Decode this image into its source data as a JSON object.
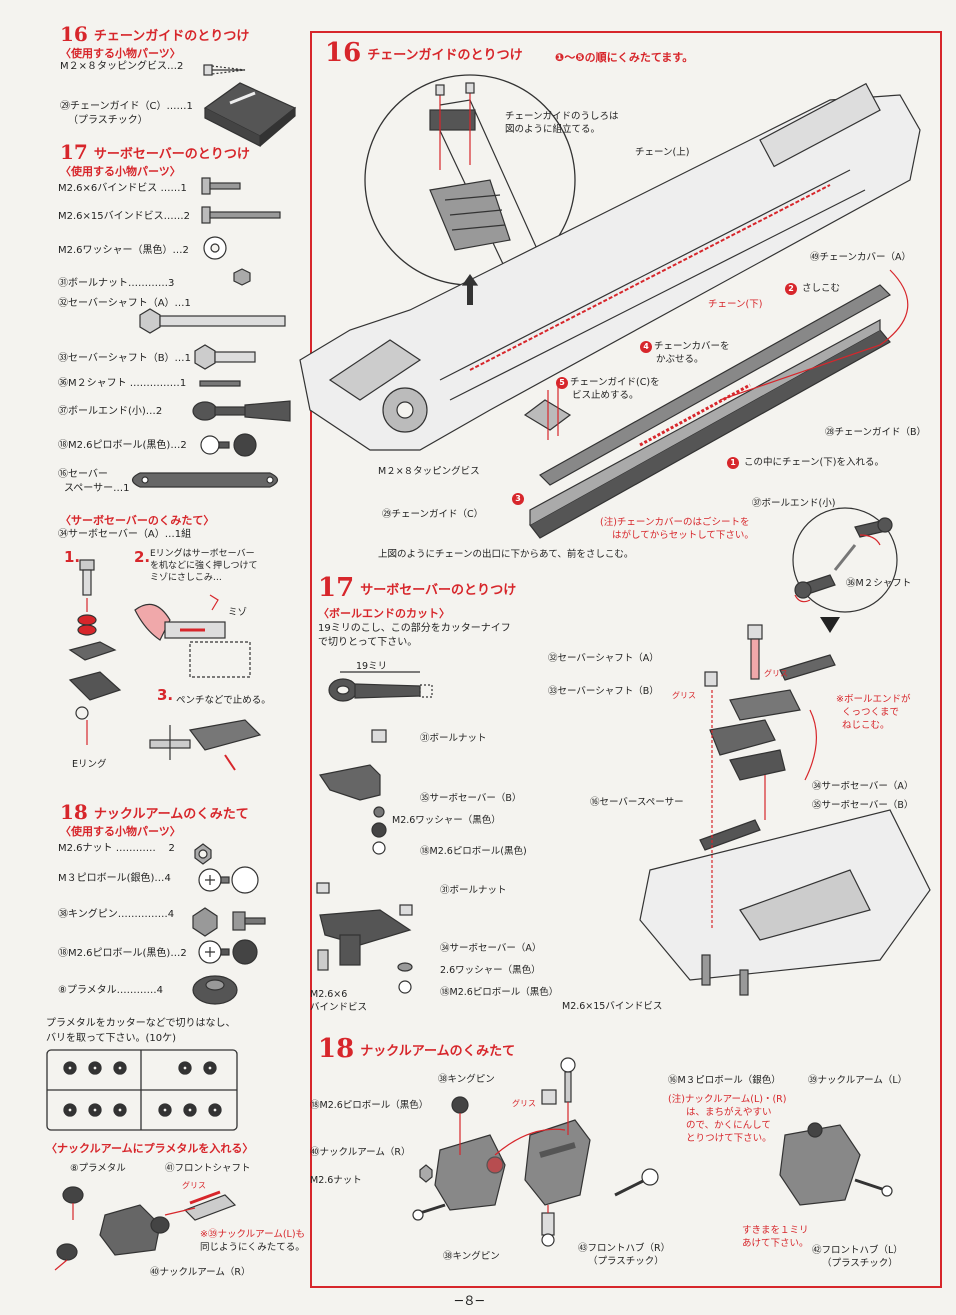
{
  "left_col": {
    "s16": {
      "num": "16",
      "title": "チェーンガイドのとりつけ",
      "parts_heading": "〈使用する小物パーツ〉",
      "parts": [
        {
          "label": "M２×８タッピングビス…",
          "qty": "2"
        },
        {
          "label": "㉙チェーンガイド（C）……",
          "qty": "1"
        },
        {
          "label": "（プラスチック）",
          "qty": ""
        }
      ]
    },
    "s17": {
      "num": "17",
      "title": "サーボセーバーのとりつけ",
      "parts_heading": "〈使用する小物パーツ〉",
      "parts": [
        {
          "label": "M2.6×6バインドビス ……",
          "qty": "1"
        },
        {
          "label": "M2.6×15バインドビス……",
          "qty": "2"
        },
        {
          "label": "M2.6ワッシャー（黒色）…",
          "qty": "2"
        },
        {
          "label": "㉛ボールナット…………",
          "qty": "3"
        },
        {
          "label": "㉜セーバーシャフト（A）…",
          "qty": "1"
        },
        {
          "label": "㉝セーバーシャフト（B）…",
          "qty": "1"
        },
        {
          "label": "㊱M２シャフト ……………",
          "qty": "1"
        },
        {
          "label": "㊲ボールエンド(小)…",
          "qty": "2"
        },
        {
          "label": "⑱M2.6ピロボール(黒色)…",
          "qty": "2"
        },
        {
          "label": "⑯セーバー",
          "qty": ""
        },
        {
          "label": "スペーサー…",
          "qty": "1"
        }
      ],
      "assembly_heading": "〈サーボセーバーのくみたて〉",
      "assembly_part": "㉞サーボセーバー（A）…1組",
      "step1": "1.",
      "step2": "2.",
      "step2_text": [
        "Eリングはサーボセーバー",
        "を机などに強く押しつけて",
        "ミゾにさしこみ…"
      ],
      "step3": "3.",
      "step3_text": "ペンチなどで止める。",
      "mizo": "ミゾ",
      "ering": "Eリング"
    },
    "s18": {
      "num": "18",
      "title": "ナックルアームのくみたて",
      "parts_heading": "〈使用する小物パーツ〉",
      "parts": [
        {
          "label": "M2.6ナット …………",
          "qty": "2"
        },
        {
          "label": "M３ピロボール(銀色)…",
          "qty": "4"
        },
        {
          "label": "㊳キングピン……………",
          "qty": "4"
        },
        {
          "label": "⑱M2.6ピロボール(黒色)…",
          "qty": "2"
        },
        {
          "label": "⑧プラメタル…………",
          "qty": "4"
        }
      ],
      "cut_note": [
        "プラメタルをカッターなどで切りはなし、",
        "バリを取って下さい。(10ケ)"
      ],
      "insert_heading": "〈ナックルアームにプラメタルを入れる〉",
      "insert_labels": {
        "plametal": "⑧プラメタル",
        "front_shaft": "㊶フロントシャフト",
        "grease": "グリス",
        "note": [
          "※㊴ナックルアーム(L)も",
          "同じようにくみたてる。"
        ],
        "knuckle_r": "㊵ナックルアーム（R）"
      }
    }
  },
  "right_col": {
    "s16": {
      "num": "16",
      "title": "チェーンガイドのとりつけ",
      "order_note": "❶～❺の順にくみたてます。",
      "inset_note": [
        "チェーンガイドのうしろは",
        "図のように組立てる。"
      ],
      "labels": {
        "chain_upper": "チェーン(上)",
        "chain_cover_a": "㊾チェーンカバー（A）",
        "insert": "さしこむ",
        "chain_lower": "チェーン(下)",
        "cover_step": [
          "チェーンカバーを",
          "かぶせる。"
        ],
        "guide_step": [
          "チェーンガイド(C)を",
          "ビス止めする。"
        ],
        "chain_guide_b": "㉘チェーンガイド（B）",
        "step1_text": "この中にチェーン(下)を入れる。",
        "screw": "M２×８タッピングビス",
        "chain_guide_c": "㉙チェーンガイド（C）",
        "caution": [
          "(注)チェーンカバーのはごシートを",
          "はがしてからセットして下さい。"
        ],
        "bottom_note": "上図のようにチェーンの出口に下からあて、前をさしこむ。"
      }
    },
    "s17": {
      "num": "17",
      "title": "サーボセーバーのとりつけ",
      "cut_heading": "〈ボールエンドのカット〉",
      "cut_note": [
        "19ミリのこし、この部分をカッターナイフ",
        "で切りとって下さい。"
      ],
      "mm19": "19ミリ",
      "labels": {
        "ball_end": "㊲ボールエンド(小)",
        "m2_shaft": "㊱M２シャフト",
        "saver_shaft_a": "㉜セーバーシャフト（A）",
        "saver_shaft_b": "㉝セーバーシャフト（B）",
        "grease": "グリス",
        "ball_end_note": [
          "※ボールエンドが",
          "くっつくまで",
          "ねじこむ。"
        ],
        "ball_nut": "㉛ボールナット",
        "servo_saver_b": "㉟サーボセーバー（B）",
        "washer": "M2.6ワッシャー（黒色）",
        "pillow_ball": "⑱M2.6ピロボール(黒色)",
        "servo_saver_a": "㉞サーボセーバー（A）",
        "spacer": "⑯セーバースペーサー",
        "washer2": "2.6ワッシャー（黒色）",
        "pillow_ball2": "⑱M2.6ピロボール（黒色）",
        "screw6": [
          "M2.6×6",
          "バインドビス"
        ],
        "screw15": "M2.6×15バインドビス",
        "ball_nut2": "㉛ボールナット",
        "servo_saver_a2": "㉞サーボセーバー（A）",
        "servo_saver_b2": "㉟サーボセーバー（B）"
      }
    },
    "s18": {
      "num": "18",
      "title": "ナックルアームのくみたて",
      "labels": {
        "king_pin": "㊳キングピン",
        "pillow_ball": "⑱M2.6ピロボール（黒色）",
        "knuckle_r": "㊵ナックルアーム（R）",
        "nut": "M2.6ナット",
        "king_pin2": "㊳キングピン",
        "front_hub_r": [
          "㊸フロントハブ（R）",
          "（プラスチック）"
        ],
        "m3_pillow": "⑯M３ピロボール（銀色）",
        "caution": [
          "(注)ナックルアーム(L)・(R)",
          "は、まちがえやすい",
          "ので、かくにんして",
          "とりつけて下さい。"
        ],
        "knuckle_l": "㊴ナックルアーム（L）",
        "gap_note": [
          "すきまを１ミリ",
          "あけて下さい。"
        ],
        "front_hub_l": [
          "㊷フロントハブ（L）",
          "（プラスチック）"
        ],
        "grease": "グリス"
      }
    }
  },
  "page_number": "─８─"
}
